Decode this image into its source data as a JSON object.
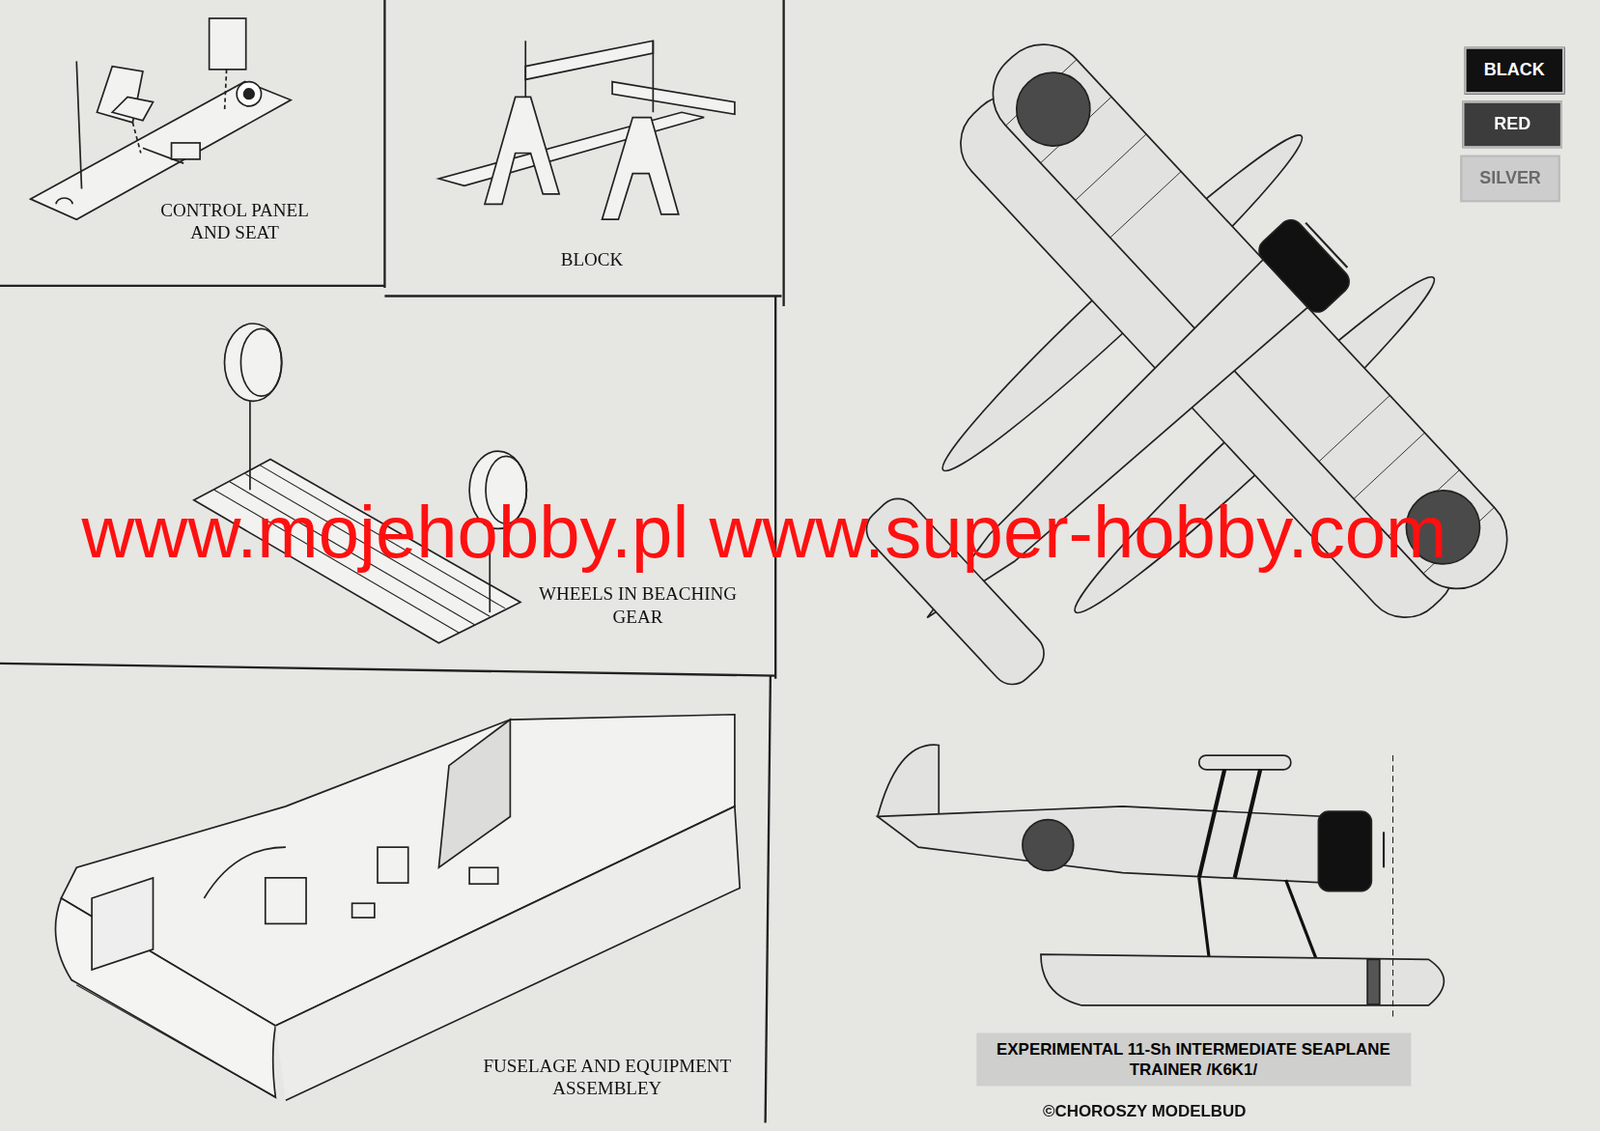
{
  "diagram": {
    "caption": "EXPERIMENTAL 11-Sh INTERMEDIATE SEAPLANE TRAINER /K6K1/",
    "labels": [
      "CONTROL PANEL AND SEAT",
      "BLOCK",
      "www.mojehobby.pl www.super-hobby.com",
      "WHEELS IN BEACHING GEAR",
      "FUSELAGE AND EQUIPMENT ASSEMBLEY",
      "©CHOROSZY MODELBUD"
    ],
    "legend": [
      {
        "text": "BLACK",
        "color": "#111111"
      },
      {
        "text": "RED",
        "color": "#3c3c3c"
      },
      {
        "text": "SILVER",
        "color": "#cdcdcd"
      }
    ]
  }
}
